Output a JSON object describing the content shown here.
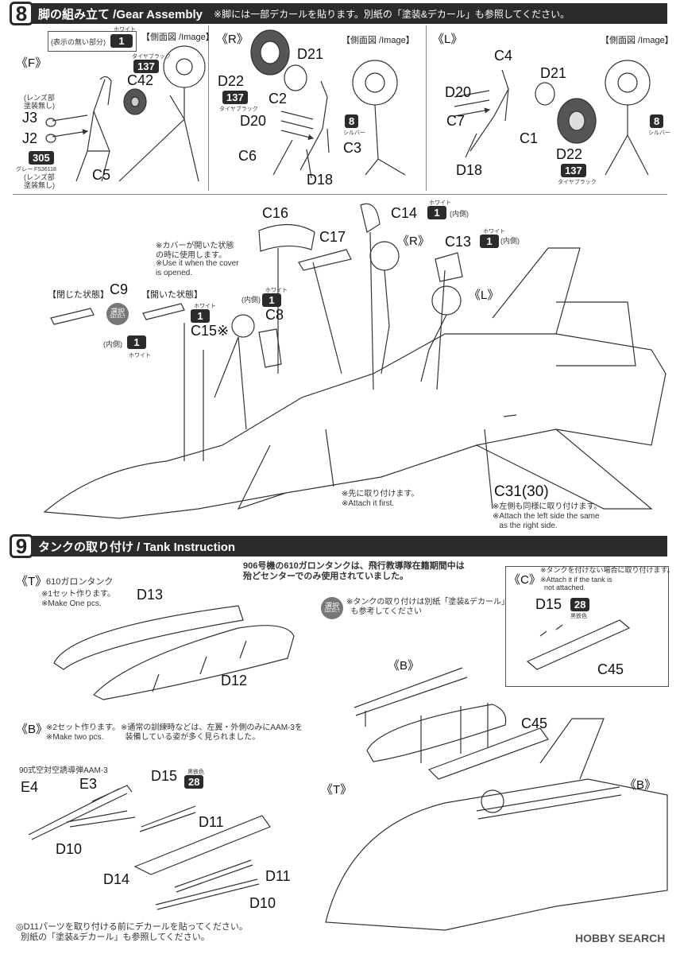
{
  "step8": {
    "number": "8",
    "title": "脚の組み立て /Gear Assembly",
    "note": "※脚には一部デカールを貼ります。別紙の「塗装&デカール」も参照してください。",
    "legend_label": "(表示の無い部分)",
    "legend_color": "ホワイト",
    "legend_code": "1",
    "f_panel": {
      "tag": "《F》",
      "image_label": "【側面図 /Image】",
      "chip_137_caption": "タイヤブラック",
      "chip_137": "137",
      "part_c42": "C42",
      "part_j3": "J3",
      "note_lens1": "(レンズ部\n塗装無し)",
      "part_j2": "J2",
      "chip_305": "305",
      "chip_305_caption": "グレー FS36118",
      "note_lens2": "(レンズ部\n塗装無し)",
      "part_c5": "C5"
    },
    "r_panel": {
      "tag": "《R》",
      "image_label": "【側面図 /Image】",
      "part_d21": "D21",
      "part_d22": "D22",
      "chip_137": "137",
      "chip_137_caption": "タイヤブラック",
      "part_c2": "C2",
      "part_d20": "D20",
      "part_c6": "C6",
      "part_c3": "C3",
      "part_d18": "D18",
      "chip_8": "8",
      "chip_8_caption": "シルバー"
    },
    "l_panel": {
      "tag": "《L》",
      "image_label": "【側面図 /Image】",
      "part_c4": "C4",
      "part_d21": "D21",
      "part_d20": "D20",
      "part_c7": "C7",
      "part_c1": "C1",
      "part_d18": "D18",
      "part_d22": "D22",
      "chip_137": "137",
      "chip_137_caption": "タイヤブラック",
      "chip_8": "8",
      "chip_8_caption": "シルバー"
    },
    "main": {
      "part_c16": "C16",
      "part_c14": "C14",
      "chip_c14": "1",
      "chip_c14_caption": "ホワイト",
      "c14_inside": "(内側)",
      "part_c17": "C17",
      "tag_r": "《R》",
      "part_c13": "C13",
      "chip_c13": "1",
      "chip_c13_caption": "ホワイト",
      "c13_inside": "(内側)",
      "tag_l": "《L》",
      "cover_note_jp": "※カバーが開いた状態\nの時に使用します。",
      "cover_note_en": "※Use it when the cover\nis opened.",
      "closed_label": "【閉じた状態】",
      "part_c9": "C9",
      "open_label": "【開いた状態】",
      "chip_open": "1",
      "chip_open_caption": "ホワイト",
      "select_jp": "選択",
      "select_en": "SELECT",
      "part_c15": "C15※",
      "inside_c8": "(内側)",
      "chip_c8": "1",
      "chip_c8_caption": "ホワイト",
      "part_c8": "C8",
      "inside_c9": "(内側)",
      "chip_c9": "1",
      "chip_c9_caption": "ホワイト",
      "attach_first_jp": "※先に取り付けます。",
      "attach_first_en": "※Attach it first.",
      "part_c31": "C31(30)",
      "left_same_jp": "※左側も同様に取り付けます。",
      "left_same_en": "※Attach the left side the same\n   as the right side."
    }
  },
  "step9": {
    "number": "9",
    "title": "タンクの取り付け / Tank Instruction",
    "center_note": "906号機の610ガロンタンクは、飛行教導隊在籍期間中は\n殆どセンターでのみ使用されていました。",
    "select_jp": "選択",
    "select_en": "SELECT",
    "select_note": "※タンクの取り付けは別紙「塗装&デカール」\n  も参考してください",
    "t_panel": {
      "tag": "《T》",
      "subtitle": "610ガロンタンク",
      "note_jp": "※1セット作ります。",
      "note_en": "※Make One pcs.",
      "part_d13": "D13",
      "part_d12": "D12"
    },
    "c_panel": {
      "tag": "《C》",
      "note_jp": "※タンクを付けない場合に取り付けます。",
      "note_en": "※Attach it if the tank is\n  not attached.",
      "part_d15": "D15",
      "chip_28": "28",
      "chip_28_caption": "黒鉄色",
      "part_c45": "C45"
    },
    "b_panel": {
      "tag": "《B》",
      "note_jp": "※2セット作ります。",
      "note_en": "※Make two pcs.",
      "note2": "※通常の訓練時などは、左翼・外側のみにAAM-3を\n  装備している姿が多く見られました。",
      "missile": "90式空対空誘導弾AAM-3",
      "part_e4": "E4",
      "part_e3": "E3",
      "part_d15": "D15",
      "chip_28": "28",
      "chip_28_caption": "黒鉄色",
      "part_d11a": "D11",
      "part_d10a": "D10",
      "part_d14": "D14",
      "part_d11b": "D11",
      "part_d10b": "D10",
      "decal_note": "◎D11パーツを取り付ける前にデカールを貼ってください。\n  別紙の「塗装&デカール」も参照してください。"
    },
    "assembly": {
      "tag_b_top": "《B》",
      "part_c45": "C45",
      "tag_t": "《T》",
      "tag_b_right": "《B》"
    },
    "watermark": "HOBBY SEARCH"
  }
}
